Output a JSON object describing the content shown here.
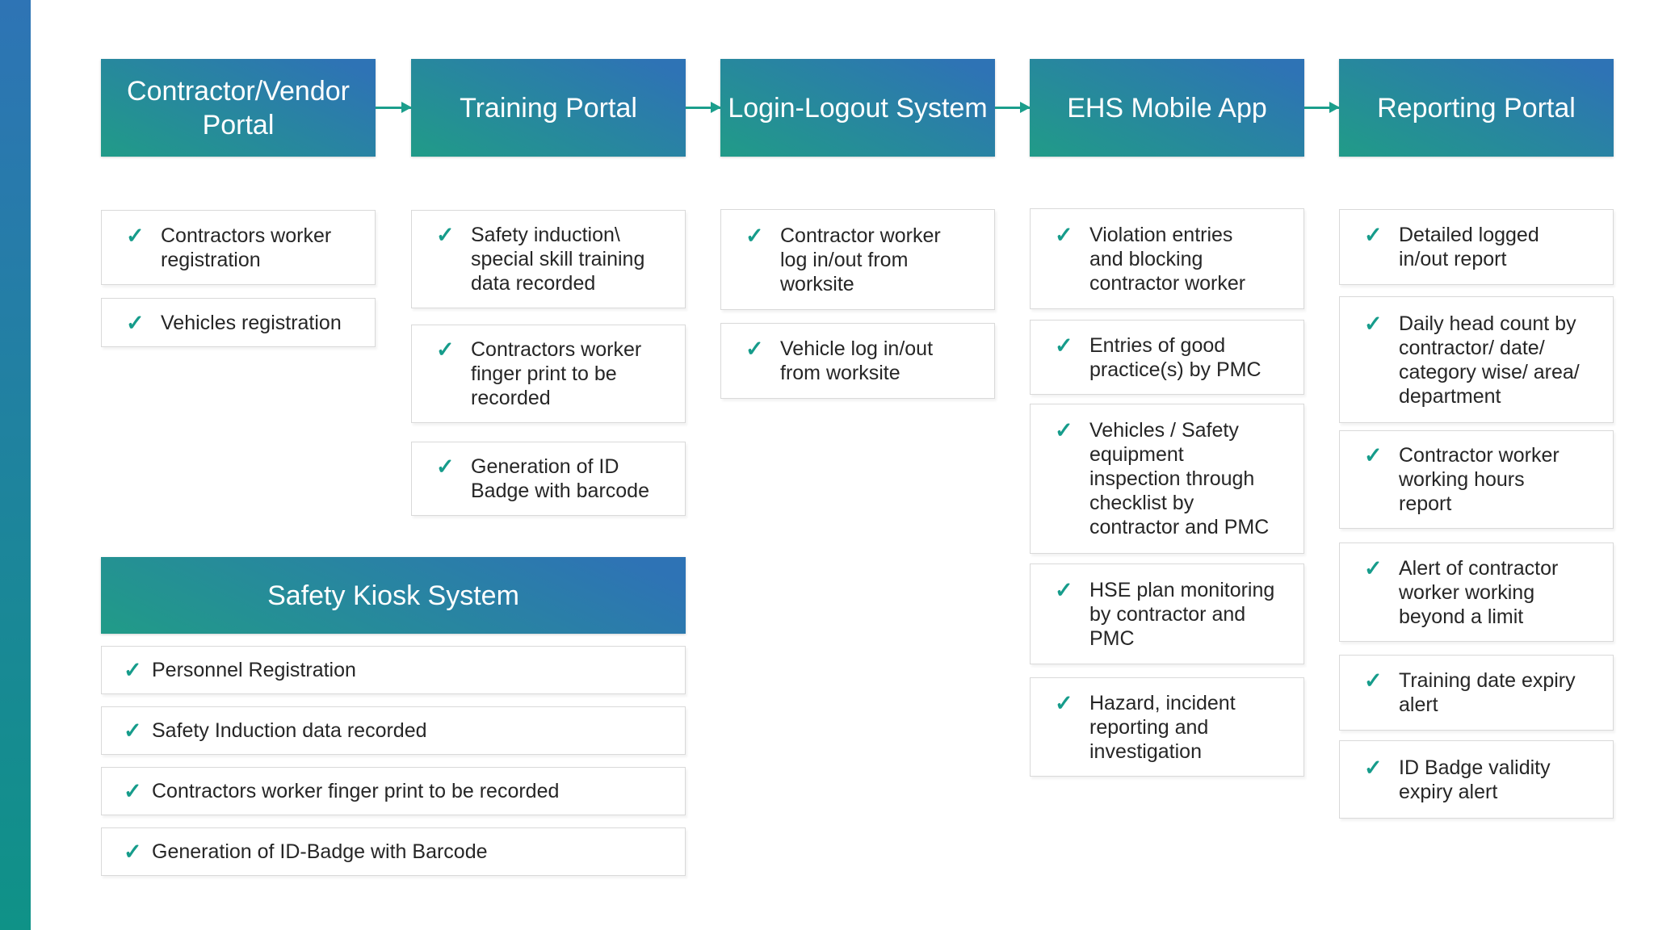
{
  "theme": {
    "header_gradient_top": "#2e73b5",
    "header_gradient_bottom": "#219a89",
    "sidebar_gradient_top": "#2e74b5",
    "sidebar_gradient_bottom": "#0f9287",
    "arrow_color": "#1b9e8c",
    "check_color": "#169c8b",
    "item_border_color": "#d9d9d9",
    "item_text_color": "#262626",
    "check_glyph": "✓"
  },
  "flow": {
    "columns": [
      {
        "header": "Contractor/Vendor\nPortal",
        "items": [
          "Contractors worker\nregistration",
          "Vehicles registration"
        ]
      },
      {
        "header": "Training Portal",
        "items": [
          "Safety induction\\\nspecial skill training\ndata recorded",
          "Contractors worker\nfinger print to be\nrecorded",
          "Generation of ID\nBadge with barcode"
        ]
      },
      {
        "header": "Login-Logout System",
        "items": [
          "Contractor worker\nlog in/out from\nworksite",
          "Vehicle log in/out\nfrom worksite"
        ]
      },
      {
        "header": "EHS Mobile App",
        "items": [
          "Violation entries\nand blocking\ncontractor worker",
          "Entries of good\npractice(s) by PMC",
          "Vehicles / Safety\nequipment\ninspection through\nchecklist by\ncontractor and PMC",
          "HSE plan monitoring\nby contractor and\nPMC",
          "Hazard, incident\nreporting and\ninvestigation"
        ]
      },
      {
        "header": "Reporting Portal",
        "items": [
          "Detailed logged\nin/out report",
          "Daily head count by\ncontractor/ date/\ncategory wise/ area/\ndepartment",
          "Contractor worker\nworking hours\nreport",
          "Alert of contractor\nworker working\nbeyond a limit",
          "Training date expiry\nalert",
          "ID Badge validity\nexpiry alert"
        ]
      }
    ]
  },
  "kiosk": {
    "header": "Safety Kiosk System",
    "items": [
      "Personnel Registration",
      "Safety Induction data recorded",
      "Contractors worker finger print to be recorded",
      "Generation of ID-Badge with Barcode"
    ]
  }
}
